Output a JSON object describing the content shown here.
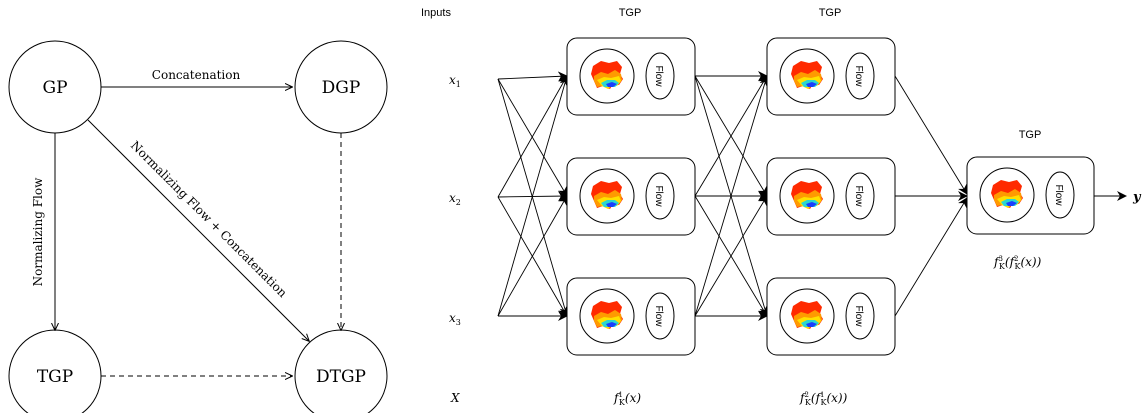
{
  "left_diagram": {
    "nodes": {
      "gp": "GP",
      "dgp": "DGP",
      "tgp": "TGP",
      "dtgp": "DTGP"
    },
    "edges": {
      "concatenation": "Concatenation",
      "normalizing_flow": "Normalizing Flow",
      "flow_plus_concat": "Normalizing Flow + Concatenation"
    }
  },
  "right_diagram": {
    "column_headers": {
      "inputs": "Inputs",
      "layer1": "TGP",
      "layer2": "TGP",
      "layer3": "TGP"
    },
    "inputs": {
      "x1": "x",
      "x1_sub": "1",
      "x2": "x",
      "x2_sub": "2",
      "x3": "x",
      "x3_sub": "3"
    },
    "flow_label": "Flow",
    "output": "y",
    "bottom_labels": {
      "X": "X",
      "f1": "f",
      "f1_sup": "1",
      "f1_sub": "K",
      "f1_arg": "(x)",
      "f2_base": "f",
      "f2_sup": "2",
      "f2_sub": "K",
      "f2_inner": "(f",
      "f2_inner_sup": "1",
      "f2_inner_sub": "K",
      "f2_arg": "(x))",
      "f3_base": "f",
      "f3_sup": "3",
      "f3_sub": "K",
      "f3_inner": "(f",
      "f3_inner_sup": "2",
      "f3_inner_sub": "K",
      "f3_arg": "(x))"
    }
  },
  "colors": {
    "stroke": "#000000",
    "background": "#ffffff",
    "map_warm": "#ff2a00",
    "map_mid": "#ffd400",
    "map_cool": "#2bd6d0",
    "map_cold": "#1a3cff"
  }
}
